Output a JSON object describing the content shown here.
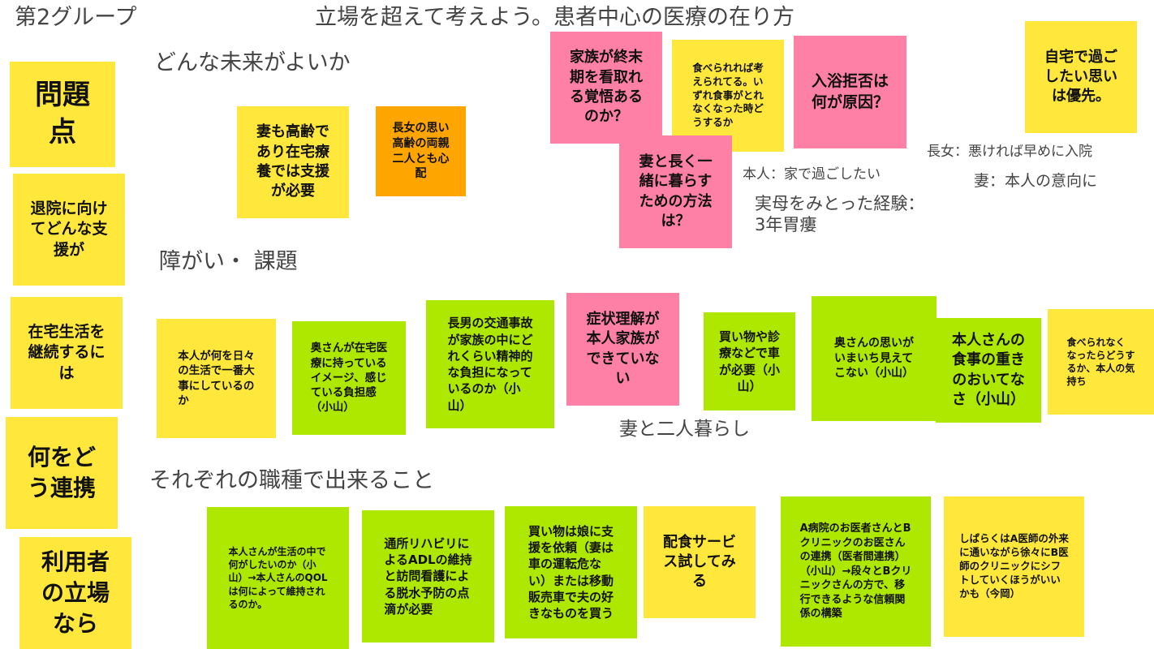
{
  "header": {
    "group": "第2グループ",
    "title": "立場を超えて考えよう。患者中心の医療の在り方"
  },
  "sections": {
    "future": "どんな未来がよいか",
    "issues": "障がい・ 課題",
    "roles": "それぞれの職種で出来ること"
  },
  "colors": {
    "yellow": "#FFE83B",
    "green": "#AEE800",
    "pink": "#FF80A6",
    "orange": "#FFA500"
  },
  "left_notes": [
    {
      "text": "問題\n点"
    },
    {
      "text": "退院に向け\nてどんな支\n援が"
    },
    {
      "text": "在宅生活を\n継続するに\nは"
    },
    {
      "text": "何をど\nう連携"
    },
    {
      "text": "利用者\nの立場\nなら"
    }
  ],
  "future_notes": [
    {
      "text": "妻も高齢で\nあり在宅療\n養では支援\nが必要"
    },
    {
      "text": "長女の思い\n高齢の両親\n二人とも心\n配"
    },
    {
      "text": "家族が終末\n期を看取れ\nる覚悟ある\nのか？"
    },
    {
      "text": "食べられれば考\nえられてる。い\nずれ食事がとれ\nなくなった時ど\nうするか"
    },
    {
      "text": "入浴拒否は\n何が原因？"
    },
    {
      "text": "妻と長く一\n緒に暮らす\nための方法\nは？"
    },
    {
      "text": "自宅で過ご\nしたい思い\nは優先。"
    }
  ],
  "free_text": {
    "daughter": "長女：悪ければ早めに入院",
    "wife": "妻：本人の意向に",
    "patient": "本人：家で過ごしたい",
    "experience": "実母をみとった経験：\n3年胃瘻",
    "living": "妻と二人暮らし"
  },
  "issue_notes": [
    {
      "text": "本人が何を日々\nの生活で一番大\n事にしているの\nか"
    },
    {
      "text": "奥さんが在宅医\n療に持っている\nイメージ、感じ\nている負担感\n（小山）"
    },
    {
      "text": "長男の交通事故\nが家族の中にど\nれくらい精神的\nな負担になって\nいるのか（小\n山）"
    },
    {
      "text": "症状理解が\n本人家族が\nできていな\nい"
    },
    {
      "text": "買い物や診\n療などで車\nが必要（小\n山）"
    },
    {
      "text": "奥さんの思いが\nいまいち見えて\nこない（小山）"
    },
    {
      "text": "本人さんの\n食事の重き\nのおいてな\nさ（小山）"
    },
    {
      "text": "食べられなく\nなったらどうす\nるか、本人の気\n持ち"
    }
  ],
  "role_notes": [
    {
      "text": "本人さんが生活の中で\n何がしたいのか（小\n山）→本人さんのQOL\nは何によって維持され\nるのか。"
    },
    {
      "text": "通所リハビリに\nよるADLの維持\nと訪問看護によ\nる脱水予防の点\n滴が必要"
    },
    {
      "text": "買い物は娘に支\n援を依頼（妻は\n車の運転危な\nい）または移動\n販売車で夫の好\nきなものを買う"
    },
    {
      "text": "配食サービ\nス試してみ\nる"
    },
    {
      "text": "A病院のお医者さんとB\nクリニックのお医さん\nの連携（医者間連携）\n（小山）→段々とBクリ\nニックさんの方で、移\n行できるような信頼関\n係の構築"
    },
    {
      "text": "しばらくはA医師の外来\nに通いながら徐々にB医\n師のクリニックにシフ\nトしていくほうがいい\nかも（今岡）"
    }
  ]
}
